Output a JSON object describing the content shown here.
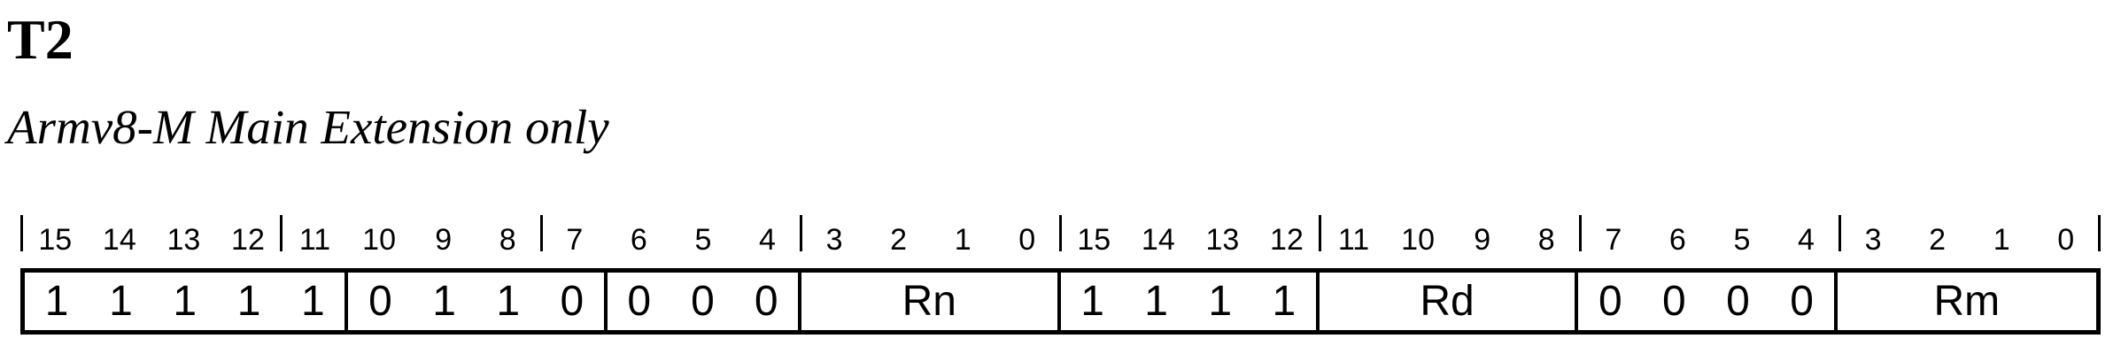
{
  "title": "T2",
  "subtitle": "Armv8-M Main Extension only",
  "colors": {
    "ink": "#000000",
    "background": "#ffffff"
  },
  "encoding": {
    "total_bits": 32,
    "bit_ruler_groups": [
      [
        "15",
        "14",
        "13",
        "12"
      ],
      [
        "11",
        "10",
        "9",
        "8"
      ],
      [
        "7",
        "6",
        "5",
        "4"
      ],
      [
        "3",
        "2",
        "1",
        "0"
      ],
      [
        "15",
        "14",
        "13",
        "12"
      ],
      [
        "11",
        "10",
        "9",
        "8"
      ],
      [
        "7",
        "6",
        "5",
        "4"
      ],
      [
        "3",
        "2",
        "1",
        "0"
      ]
    ],
    "fields": [
      {
        "name": "opcode-bits-15-11",
        "span": 5,
        "bits": [
          "1",
          "1",
          "1",
          "1",
          "1"
        ]
      },
      {
        "name": "opcode-bits-10-7",
        "span": 4,
        "bits": [
          "0",
          "1",
          "1",
          "0"
        ]
      },
      {
        "name": "opcode-bits-6-4",
        "span": 3,
        "bits": [
          "0",
          "0",
          "0"
        ]
      },
      {
        "name": "field-rn",
        "span": 4,
        "label": "Rn"
      },
      {
        "name": "opcode-bits-15-12-hw2",
        "span": 4,
        "bits": [
          "1",
          "1",
          "1",
          "1"
        ]
      },
      {
        "name": "field-rd",
        "span": 4,
        "label": "Rd"
      },
      {
        "name": "opcode-bits-7-4-hw2",
        "span": 4,
        "bits": [
          "0",
          "0",
          "0",
          "0"
        ]
      },
      {
        "name": "field-rm",
        "span": 4,
        "label": "Rm"
      }
    ]
  }
}
